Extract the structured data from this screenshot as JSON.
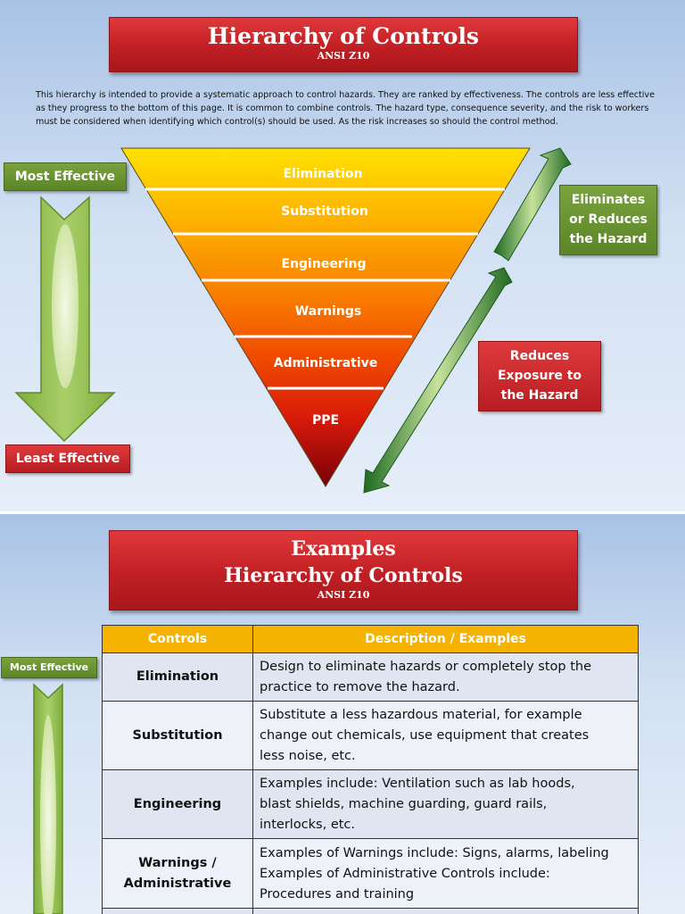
{
  "slide1": {
    "title": "Hierarchy of Controls",
    "subtitle": "ANSI Z10",
    "intro": "This hierarchy is intended to provide a systematic approach to control hazards.  They are ranked by effectiveness.  The controls are less effective as they progress to the bottom of this page.  It is common to combine controls.  The hazard type, consequence severity, and the risk to workers must be considered when identifying which control(s) should be used.  As the risk increases so should the control method.",
    "most_effective": "Most Effective",
    "least_effective": "Least Effective",
    "levels": [
      "Elimination",
      "Substitution",
      "Engineering",
      "Warnings",
      "Administrative",
      "PPE"
    ],
    "eliminates_lines": [
      "Eliminates",
      "or Reduces",
      "the Hazard"
    ],
    "reduces_lines": [
      "Reduces",
      "Exposure to",
      "the Hazard"
    ]
  },
  "slide2": {
    "title_line1": "Examples",
    "title_line2": "Hierarchy of Controls",
    "subtitle": "ANSI Z10",
    "most_effective": "Most Effective",
    "table": {
      "headers": [
        "Controls",
        "Description / Examples"
      ],
      "rows": [
        {
          "control_lines": [
            "Elimination"
          ],
          "desc_lines": [
            "Design to eliminate hazards or completely stop the",
            "practice to remove the hazard."
          ]
        },
        {
          "control_lines": [
            "Substitution"
          ],
          "desc_lines": [
            "Substitute a less hazardous material, for example",
            "change out chemicals, use equipment that creates",
            "less noise, etc."
          ]
        },
        {
          "control_lines": [
            "Engineering"
          ],
          "desc_lines": [
            "Examples include: Ventilation such as lab hoods,",
            "blast shields, machine guarding, guard rails,",
            "interlocks, etc."
          ]
        },
        {
          "control_lines": [
            "Warnings /",
            "Administrative"
          ],
          "desc_lines": [
            "Examples of Warnings include: Signs, alarms, labeling",
            "Examples of Administrative Controls include:",
            "Procedures and training"
          ]
        }
      ]
    }
  },
  "colors": {
    "title_red": "#c01f24",
    "label_green": "#5b8527",
    "header_gold": "#f5b300",
    "arrow_green": "#8dbb4a",
    "arrow_dark_green": "#2e7a2c"
  }
}
